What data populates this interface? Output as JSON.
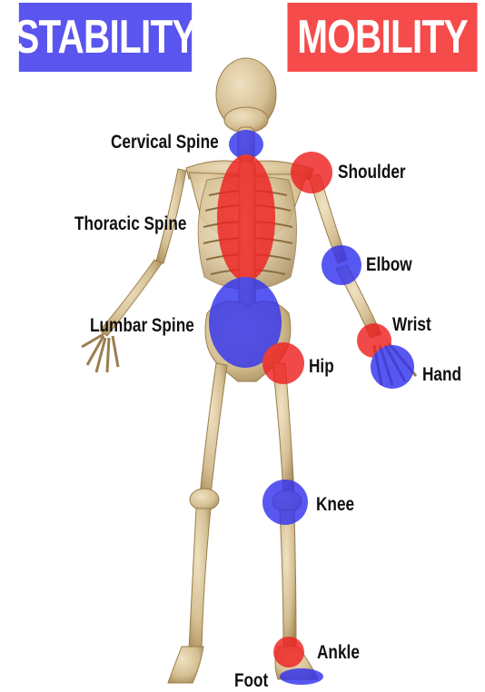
{
  "titles": {
    "stability": "STABILITY",
    "mobility": "MOBILITY"
  },
  "colors": {
    "stability": "#3333ee",
    "mobility": "#ee2222",
    "bone": "#d8c49a",
    "bone_shadow": "#a88c5c"
  },
  "joints": [
    {
      "key": "cervical",
      "label": "Cervical Spine",
      "category": "stability"
    },
    {
      "key": "shoulder",
      "label": "Shoulder",
      "category": "mobility"
    },
    {
      "key": "thoracic",
      "label": "Thoracic Spine",
      "category": "mobility"
    },
    {
      "key": "elbow",
      "label": "Elbow",
      "category": "stability"
    },
    {
      "key": "lumbar",
      "label": "Lumbar Spine",
      "category": "stability"
    },
    {
      "key": "wrist",
      "label": "Wrist",
      "category": "mobility"
    },
    {
      "key": "hip",
      "label": "Hip",
      "category": "mobility"
    },
    {
      "key": "hand",
      "label": "Hand",
      "category": "stability"
    },
    {
      "key": "knee",
      "label": "Knee",
      "category": "stability"
    },
    {
      "key": "ankle",
      "label": "Ankle",
      "category": "mobility"
    },
    {
      "key": "foot",
      "label": "Foot",
      "category": "stability"
    }
  ]
}
